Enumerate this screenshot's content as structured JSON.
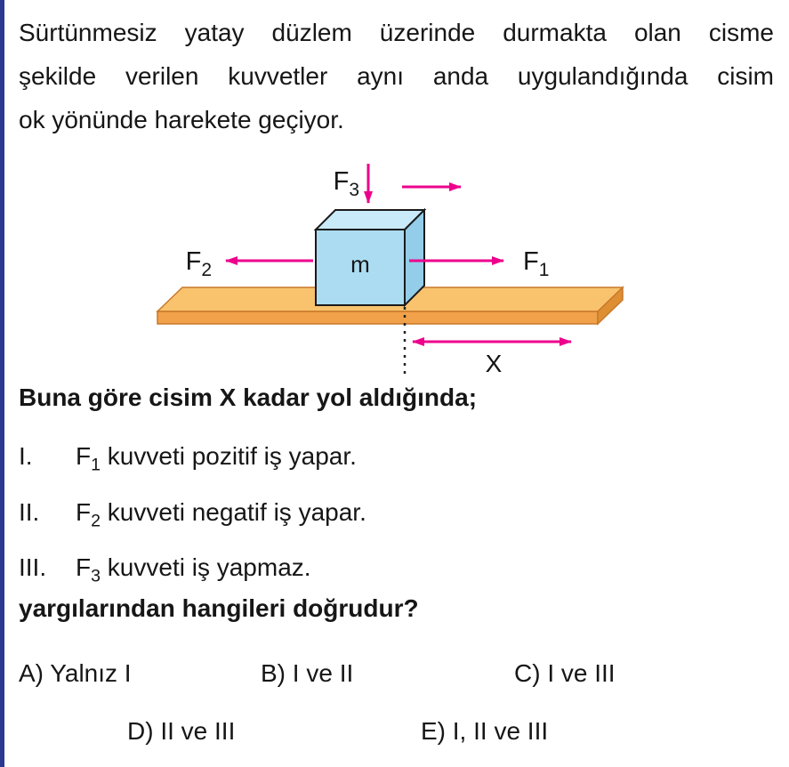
{
  "palette": {
    "accent_bar_blue": "#2B3990",
    "arrow_magenta": "#EC008C",
    "cube_front": "#ABDCF2",
    "cube_top": "#C9EAF8",
    "cube_right": "#93CDE9",
    "plank_top": "#F9C36E",
    "plank_front": "#F0A14A",
    "plank_end": "#DE8F33",
    "text_black": "#161616"
  },
  "intro_lines": [
    "Sürtünmesiz yatay düzlem üzerinde durmakta olan cisme",
    "şekilde verilen kuvvetler aynı anda uygulandığında cisim",
    "ok yönünde harekete geçiyor."
  ],
  "figure": {
    "f1": {
      "base": "F",
      "sub": "1"
    },
    "f2": {
      "base": "F",
      "sub": "2"
    },
    "f3": {
      "base": "F",
      "sub": "3"
    },
    "mass": "m",
    "distance": "X"
  },
  "prompt_mid": "Buna göre cisim X kadar yol aldığında;",
  "statements": [
    {
      "numeral": "I.",
      "force_base": "F",
      "force_sub": "1",
      "rest": "kuvveti pozitif iş yapar."
    },
    {
      "numeral": "II.",
      "force_base": "F",
      "force_sub": "2",
      "rest": "kuvveti negatif iş yapar."
    },
    {
      "numeral": "III.",
      "force_base": "F",
      "force_sub": "3",
      "rest": "kuvveti iş yapmaz."
    }
  ],
  "prompt_final": "yargılarından hangileri doğrudur?",
  "options": [
    {
      "label": "A) Yalnız I"
    },
    {
      "label": "B) I ve II"
    },
    {
      "label": "C) I ve III"
    },
    {
      "label": "D) II ve III"
    },
    {
      "label": "E) I, II ve III"
    }
  ]
}
